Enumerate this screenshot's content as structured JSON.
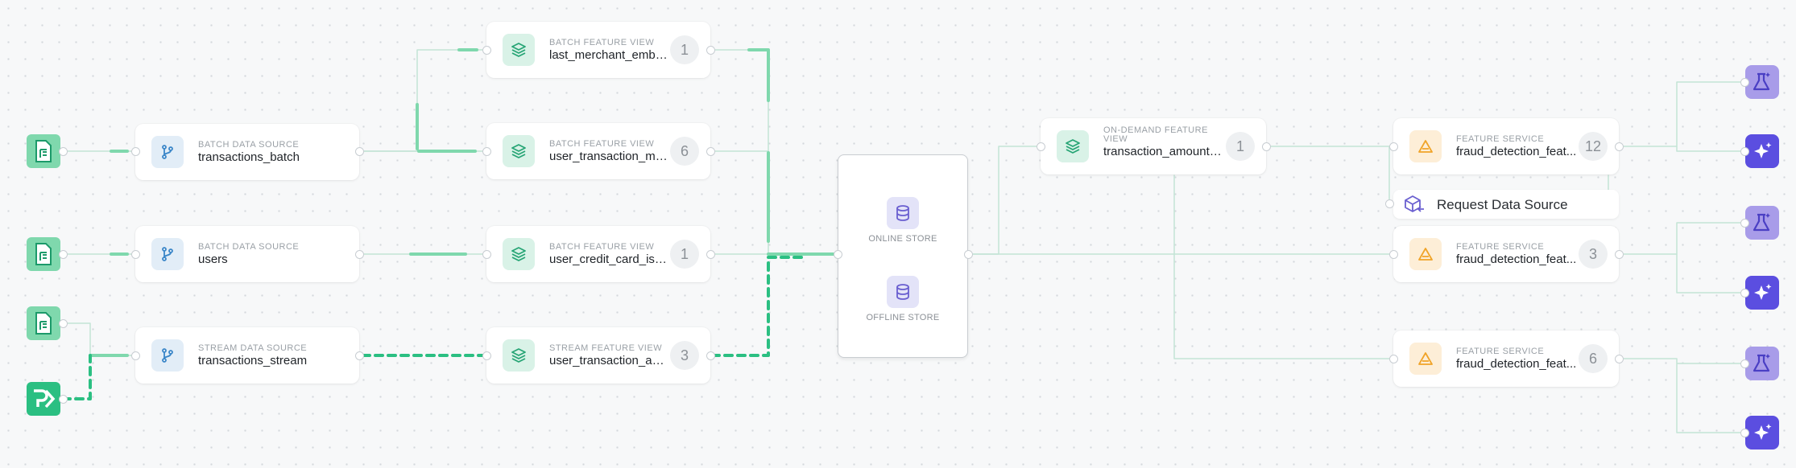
{
  "nodes": {
    "bds_transactions": {
      "type_label": "BATCH DATA SOURCE",
      "name": "transactions_batch"
    },
    "bds_users": {
      "type_label": "BATCH DATA SOURCE",
      "name": "users"
    },
    "sds_transactions": {
      "type_label": "STREAM DATA SOURCE",
      "name": "transactions_stream"
    },
    "bfv_merchant": {
      "type_label": "BATCH FEATURE VIEW",
      "name": "last_merchant_embe...",
      "count": "1"
    },
    "bfv_user_txn": {
      "type_label": "BATCH FEATURE VIEW",
      "name": "user_transaction_me...",
      "count": "6"
    },
    "bfv_credit": {
      "type_label": "BATCH FEATURE VIEW",
      "name": "user_credit_card_iss...",
      "count": "1"
    },
    "sfv_user_txn": {
      "type_label": "STREAM FEATURE VIEW",
      "name": "user_transaction_am...",
      "count": "3"
    },
    "odfv": {
      "type_label": "ON-DEMAND FEATURE VIEW",
      "name": "transaction_amount_i...",
      "count": "1"
    },
    "fs1": {
      "type_label": "FEATURE SERVICE",
      "name": "fraud_detection_feat...",
      "count": "12"
    },
    "fs2": {
      "type_label": "FEATURE SERVICE",
      "name": "fraud_detection_feat...",
      "count": "3"
    },
    "fs3": {
      "type_label": "FEATURE SERVICE",
      "name": "fraud_detection_feat...",
      "count": "6"
    }
  },
  "store": {
    "online_label": "ONLINE STORE",
    "offline_label": "OFFLINE STORE"
  },
  "request_data_source": {
    "label": "Request Data Source"
  },
  "colors": {
    "edge_green": "#7fd8ad",
    "edge_green_dark": "#2bbf82",
    "edge_light": "#c4e4d6",
    "feature_view_icon": "#27a575",
    "data_source_icon": "#3a86c8",
    "feature_service_icon": "#f0a429",
    "store_icon": "#6a5fd0",
    "app_lab": "#a89ce9",
    "app_star": "#5b4ee0"
  },
  "icons": {
    "file_source": "file-source-icon",
    "push_source": "push-source-icon",
    "data_source": "git-branch-icon",
    "feature_view": "layers-icon",
    "feature_service": "triangle-icon",
    "database": "database-icon",
    "request_source": "package-arrow-icon",
    "lab": "flask-sparkle-icon",
    "sparkle": "sparkle-icon"
  }
}
